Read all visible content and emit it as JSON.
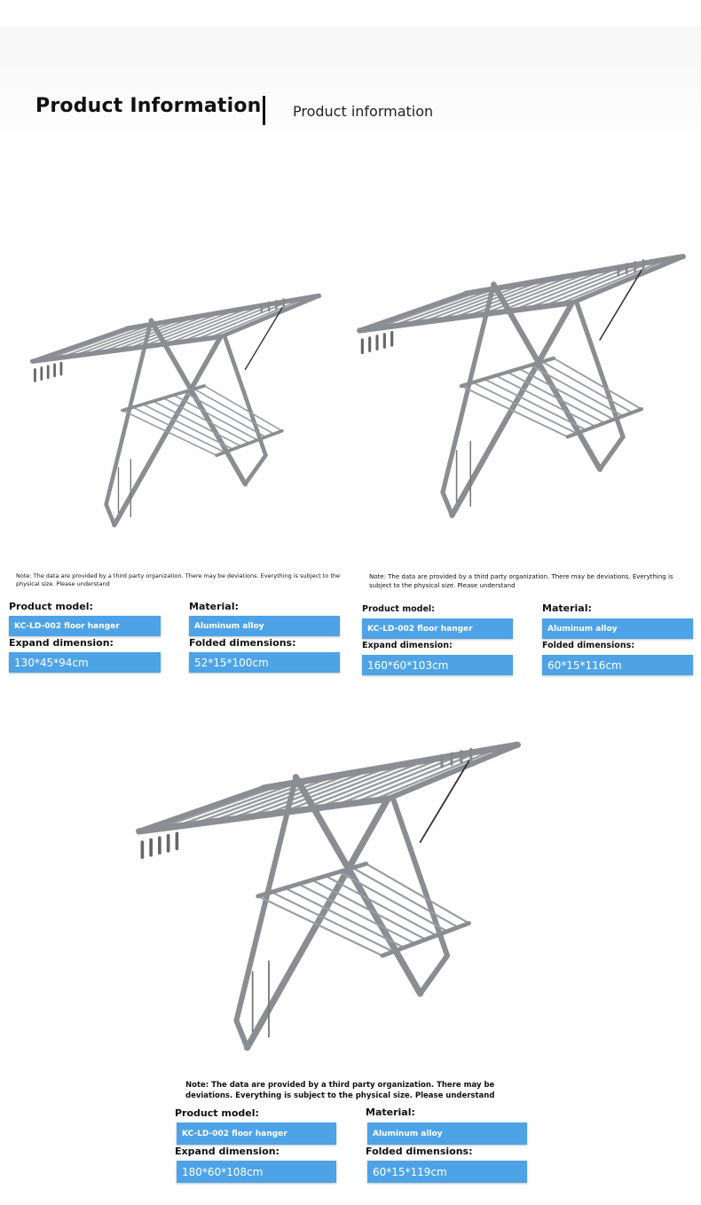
{
  "header": {
    "title": "Product Information",
    "subtitle": "Product information"
  },
  "products": [
    {
      "note": "Note: The data are provided by a third party organization. There may be deviations. Everything is subject to the physical size. Please understand",
      "model_label": "Product model:",
      "model": "KC-LD-002 floor hanger",
      "material_label": "Material:",
      "material": "Aluminum alloy",
      "expand_label": "Expand dimension:",
      "expand": "130*45*94cm",
      "folded_label": "Folded dimensions:",
      "folded": "52*15*100cm"
    },
    {
      "note": "Note: The data are provided by a third party organization. There may be deviations. Everything is subject to the physical size. Please understand",
      "model_label": "Product model:",
      "model": "KC-LD-002 floor hanger",
      "material_label": "Material:",
      "material": "Aluminum alloy",
      "expand_label": "Expand dimension:",
      "expand": "160*60*103cm",
      "folded_label": "Folded dimensions:",
      "folded": "60*15*116cm"
    },
    {
      "note": "Note: The data are provided by a third party organization. There may be deviations. Everything is subject to the physical size. Please understand",
      "model_label": "Product model:",
      "model": "KC-LD-002 floor hanger",
      "material_label": "Material:",
      "material": "Aluminum alloy",
      "expand_label": "Expand dimension:",
      "expand": "180*60*108cm",
      "folded_label": "Folded dimensions:",
      "folded": "60*15*119cm"
    }
  ],
  "colors": {
    "box": "#4ea3e6",
    "frame": "#8a8d92"
  }
}
